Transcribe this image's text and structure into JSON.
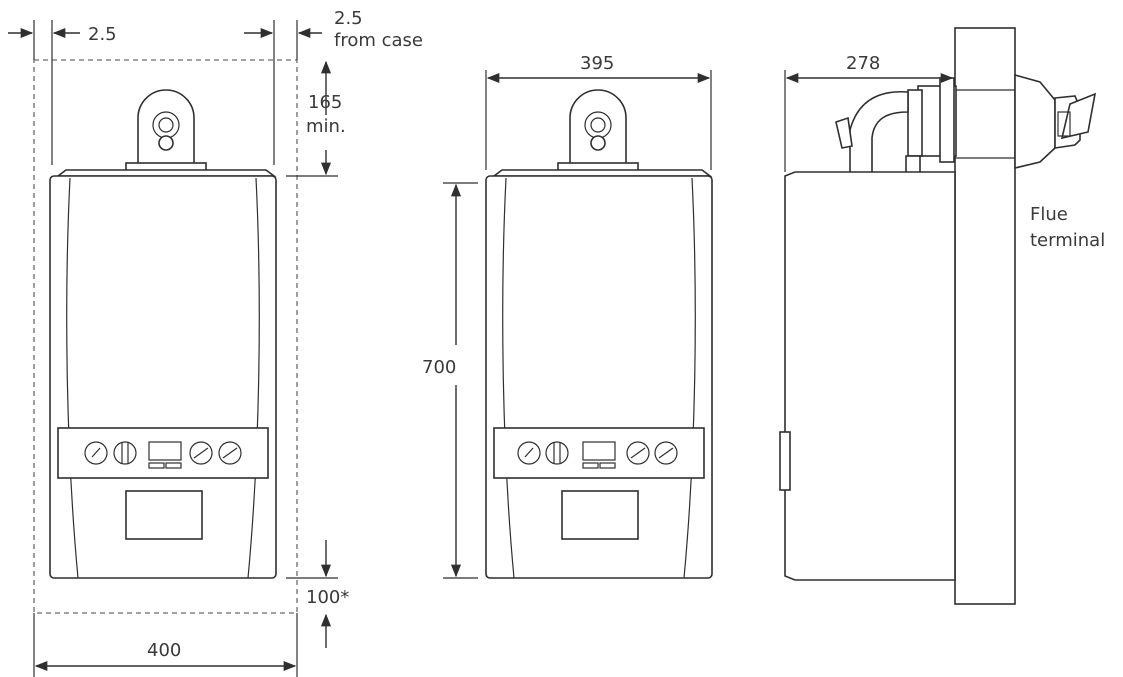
{
  "colors": {
    "line": "#2f2f2f",
    "text": "#3a3a3a",
    "dashed": "#6b6b6b",
    "background": "#ffffff"
  },
  "labels": {
    "side_clearance_left": "2.5",
    "side_clearance_right_value": "2.5",
    "side_clearance_right_note": "from case",
    "top_clearance_value": "165",
    "top_clearance_note": "min.",
    "bottom_clearance": "100*",
    "overall_width_clearance": "400",
    "boiler_width": "395",
    "boiler_height": "700",
    "boiler_depth": "278",
    "flue_label_line1": "Flue",
    "flue_label_line2": "terminal"
  }
}
